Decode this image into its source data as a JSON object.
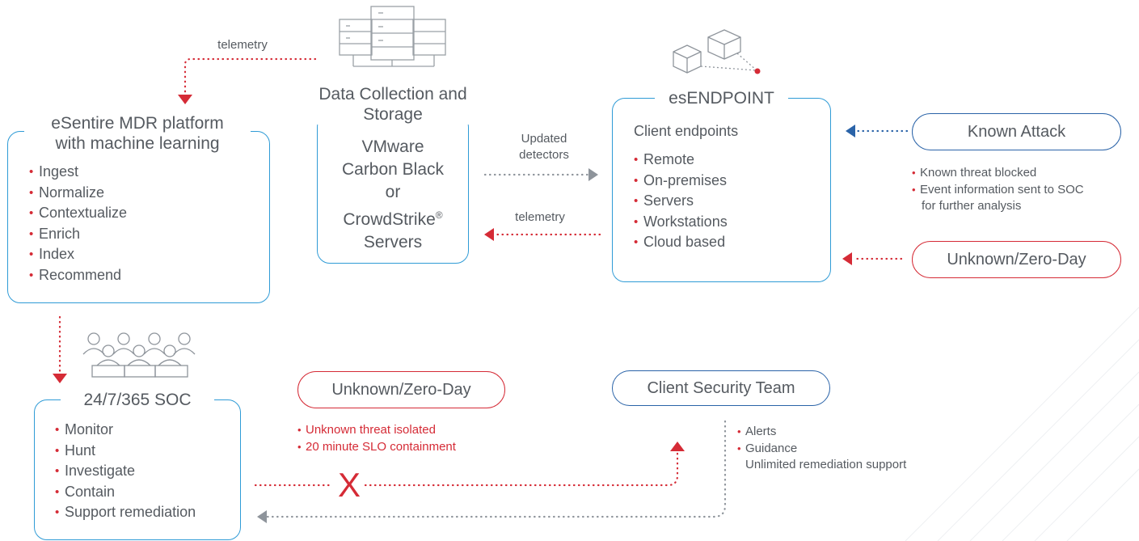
{
  "telemetry_top_label": "telemetry",
  "data_collection": {
    "title_line1": "Data Collection and",
    "title_line2": "Storage",
    "body_lines": [
      "VMware",
      "Carbon Black",
      "or",
      "CrowdStrike",
      "Servers"
    ],
    "registered_mark": "®"
  },
  "mdr": {
    "title_line1": "eSentire MDR platform",
    "title_line2": "with machine learning",
    "items": [
      "Ingest",
      "Normalize",
      "Contextualize",
      "Enrich",
      "Index",
      "Recommend"
    ]
  },
  "updated_detectors_label": [
    "Updated",
    "detectors"
  ],
  "telemetry_mid_label": "telemetry",
  "endpoint": {
    "title": "esENDPOINT",
    "subtitle": "Client endpoints",
    "items": [
      "Remote",
      "On-premises",
      "Servers",
      "Workstations",
      "Cloud based"
    ]
  },
  "known_attack": {
    "label": "Known Attack",
    "notes": [
      "Known threat blocked",
      "Event information sent to SOC",
      "for further analysis"
    ]
  },
  "unknown_right": {
    "label": "Unknown/Zero-Day"
  },
  "soc": {
    "title": "24/7/365 SOC",
    "items": [
      "Monitor",
      "Hunt",
      "Investigate",
      "Contain",
      "Support remediation"
    ]
  },
  "unknown_bottom": {
    "label": "Unknown/Zero-Day",
    "notes": [
      "Unknown threat isolated",
      "20 minute SLO containment"
    ]
  },
  "blocked_mark": "X",
  "client_security": {
    "label": "Client Security Team",
    "notes": [
      "Alerts",
      "Guidance",
      "Unlimited remediation support"
    ]
  },
  "colors": {
    "blue": "#2f9bd6",
    "red": "#d52b36",
    "navy": "#2a63a8",
    "gray": "#8e949b",
    "text": "#555a60"
  },
  "icons": [
    "server-rack-icon",
    "cubes-network-icon",
    "soc-team-icon"
  ]
}
